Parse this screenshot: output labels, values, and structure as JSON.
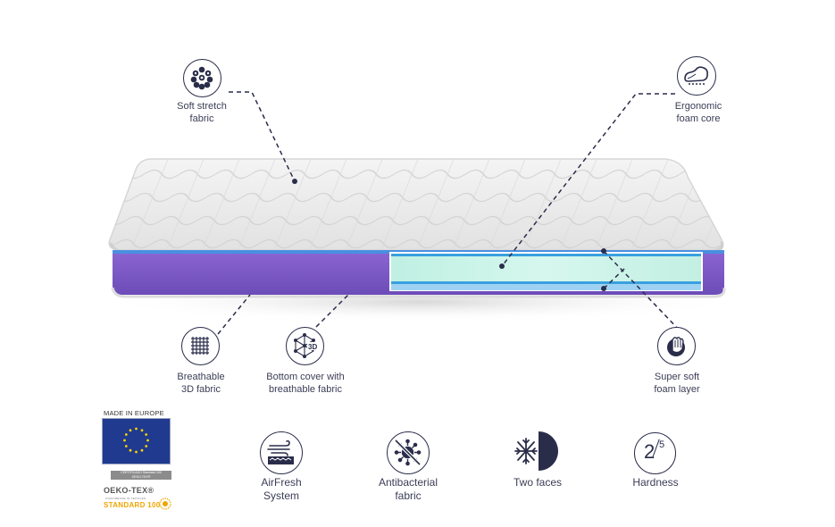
{
  "callouts": {
    "soft_stretch": [
      "Soft stretch",
      "fabric"
    ],
    "ergonomic": [
      "Ergonomic",
      "foam core"
    ],
    "breathable_3d": [
      "Breathable",
      "3D fabric"
    ],
    "bottom_cover": [
      "Bottom cover with",
      "breathable fabric"
    ],
    "super_soft": [
      "Super soft",
      "foam layer"
    ]
  },
  "icon_texts": {
    "threed": "3D"
  },
  "certifications": {
    "made_in": "MADE IN EUROPE",
    "cert_line1": "CERTIFICADO Standard 100",
    "cert_line2": "OEKO-TEX®",
    "oeko_name": "OEKO-TEX®",
    "oeko_sub": "CONFIDENCE IN TEXTILES",
    "oeko_std": "STANDARD 100"
  },
  "features": {
    "airfresh": [
      "AirFresh",
      "System"
    ],
    "antibacterial": [
      "Antibacterial",
      "fabric"
    ],
    "two_faces": "Two faces",
    "hardness_label": "Hardness",
    "hardness_num": "2",
    "hardness_den": "5"
  },
  "colors": {
    "accent_purple": "#7b5cc8",
    "navy": "#2a2d4a",
    "foam_mint": "#c9f3e6",
    "foam_blue": "#3aa0e0"
  }
}
